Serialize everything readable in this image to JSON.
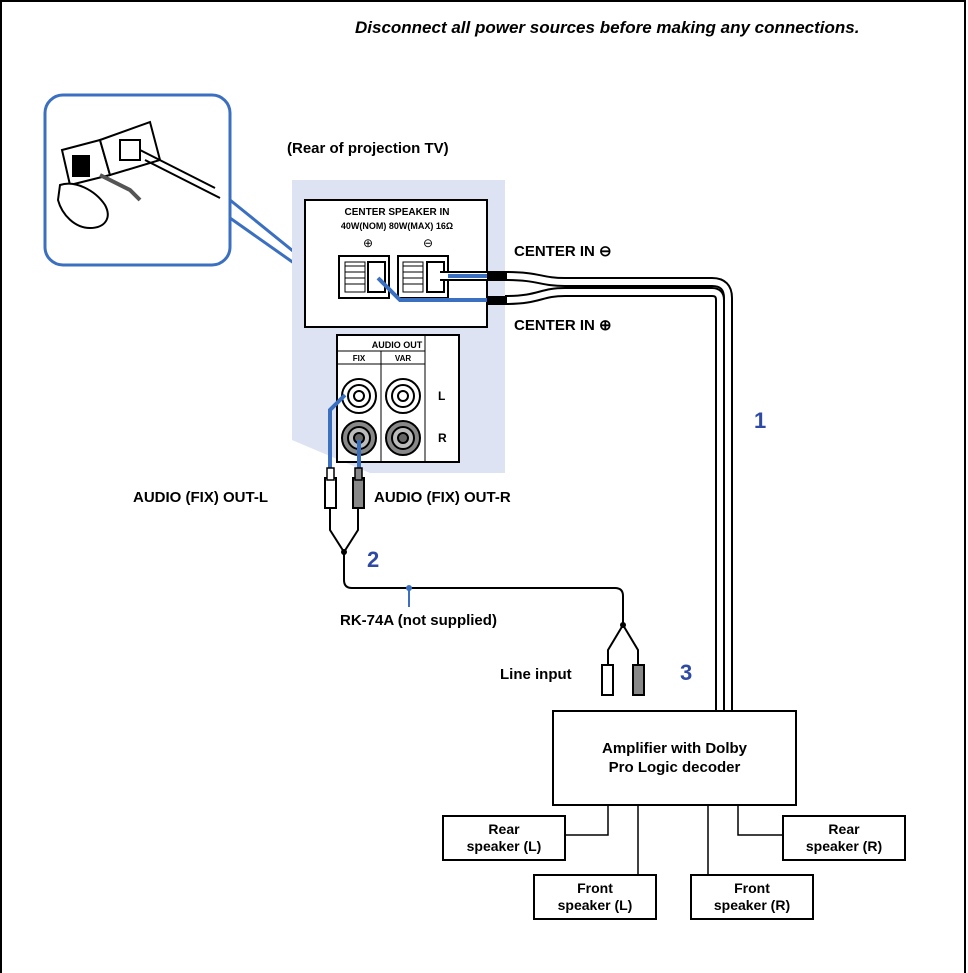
{
  "warning": "Disconnect all power sources before making any connections.",
  "rear_caption": "(Rear of projection TV)",
  "panel": {
    "center_title": "CENTER SPEAKER IN",
    "center_rating": "40W(NOM)  80W(MAX)  16Ω",
    "plus_symbol": "⊕",
    "minus_symbol": "⊖",
    "audio_out": "AUDIO OUT",
    "fix": "FIX",
    "var": "VAR",
    "l": "L",
    "r": "R"
  },
  "labels": {
    "center_in_minus": "CENTER IN ⊖",
    "center_in_plus": "CENTER IN ⊕",
    "audio_fix_l": "AUDIO (FIX) OUT-L",
    "audio_fix_r": "AUDIO (FIX) OUT-R",
    "cable": "RK-74A (not supplied)",
    "line_input": "Line input"
  },
  "steps": {
    "s1": "1",
    "s2": "2",
    "s3": "3"
  },
  "amplifier": {
    "line1": "Amplifier with Dolby",
    "line2": "Pro Logic decoder"
  },
  "speakers": {
    "rear_l": [
      "Rear",
      "speaker (L)"
    ],
    "rear_r": [
      "Rear",
      "speaker (R)"
    ],
    "front_l": [
      "Front",
      "speaker (L)"
    ],
    "front_r": [
      "Front",
      "speaker (R)"
    ]
  },
  "colors": {
    "accent": "#2e4aa5",
    "panel_bg": "#dde3f3",
    "inset_border": "#3b6fc0"
  }
}
